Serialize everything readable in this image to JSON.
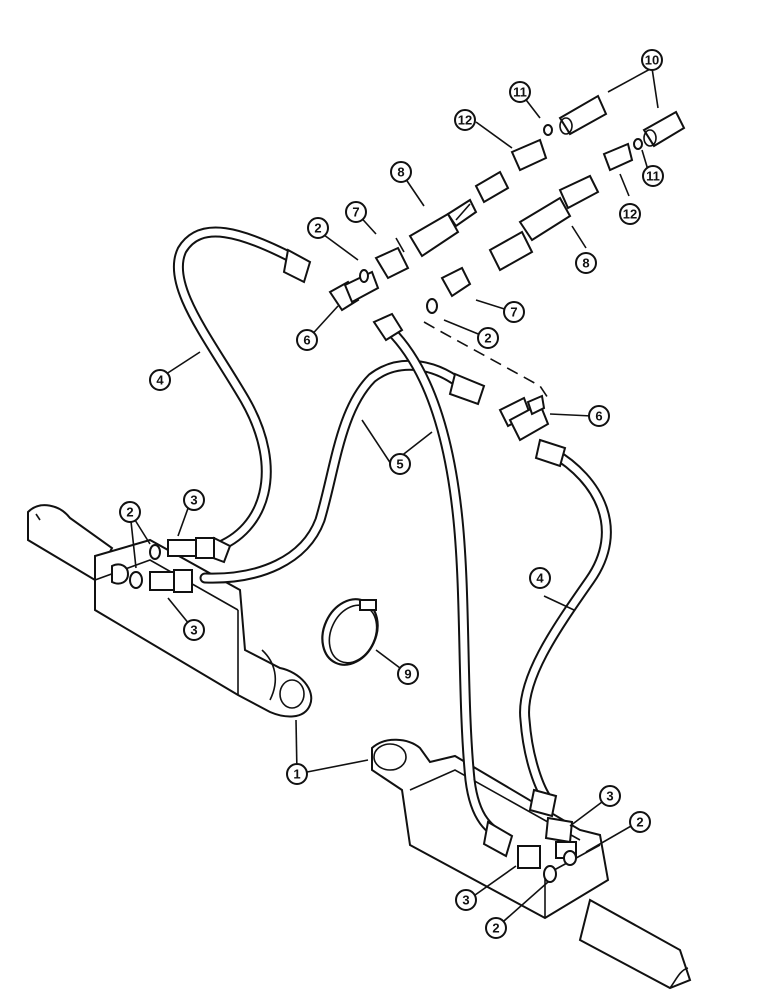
{
  "callouts": [
    {
      "id": "c1",
      "label": "1"
    },
    {
      "id": "c2a",
      "label": "2"
    },
    {
      "id": "c2b",
      "label": "2"
    },
    {
      "id": "c2c",
      "label": "2"
    },
    {
      "id": "c2d",
      "label": "2"
    },
    {
      "id": "c2e",
      "label": "2"
    },
    {
      "id": "c3a",
      "label": "3"
    },
    {
      "id": "c3b",
      "label": "3"
    },
    {
      "id": "c3c",
      "label": "3"
    },
    {
      "id": "c3d",
      "label": "3"
    },
    {
      "id": "c4a",
      "label": "4"
    },
    {
      "id": "c4b",
      "label": "4"
    },
    {
      "id": "c5",
      "label": "5"
    },
    {
      "id": "c6a",
      "label": "6"
    },
    {
      "id": "c6b",
      "label": "6"
    },
    {
      "id": "c7a",
      "label": "7"
    },
    {
      "id": "c7b",
      "label": "7"
    },
    {
      "id": "c8a",
      "label": "8"
    },
    {
      "id": "c8b",
      "label": "8"
    },
    {
      "id": "c9",
      "label": "9"
    },
    {
      "id": "c10",
      "label": "10"
    },
    {
      "id": "c11a",
      "label": "11"
    },
    {
      "id": "c11b",
      "label": "11"
    },
    {
      "id": "c12a",
      "label": "12"
    },
    {
      "id": "c12b",
      "label": "12"
    }
  ]
}
